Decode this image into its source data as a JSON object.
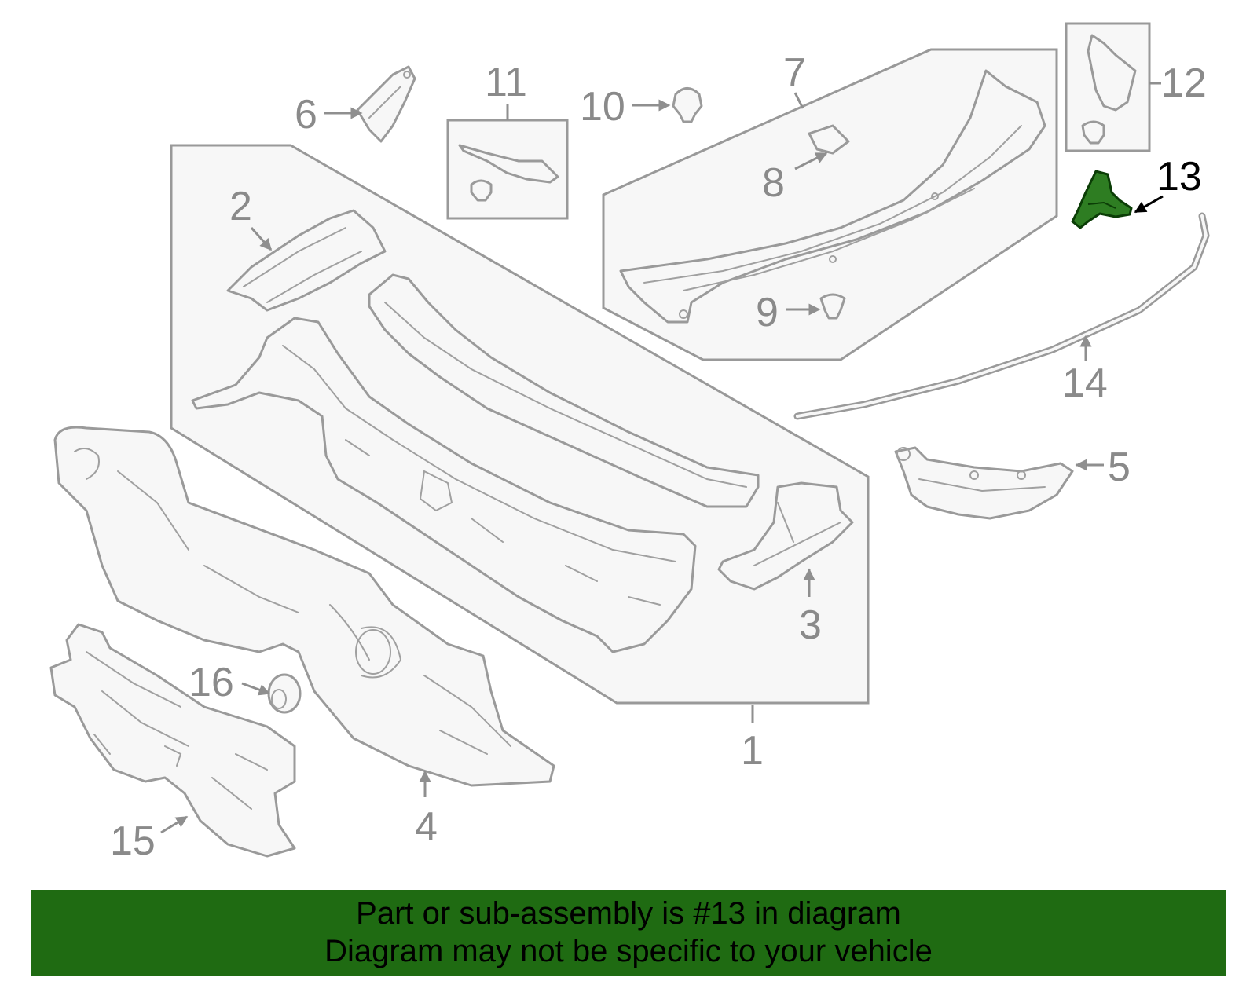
{
  "diagram": {
    "callouts": [
      "1",
      "2",
      "3",
      "4",
      "5",
      "6",
      "7",
      "8",
      "9",
      "10",
      "11",
      "12",
      "13",
      "14",
      "15",
      "16"
    ],
    "highlighted_part": "13",
    "colors": {
      "highlight": "#2e7d22",
      "banner": "#1f6b12",
      "linework": "#9a9a9a"
    }
  },
  "banner": {
    "line1": "Part or sub-assembly is #13 in diagram",
    "line2": "Diagram may not be specific to your vehicle"
  }
}
